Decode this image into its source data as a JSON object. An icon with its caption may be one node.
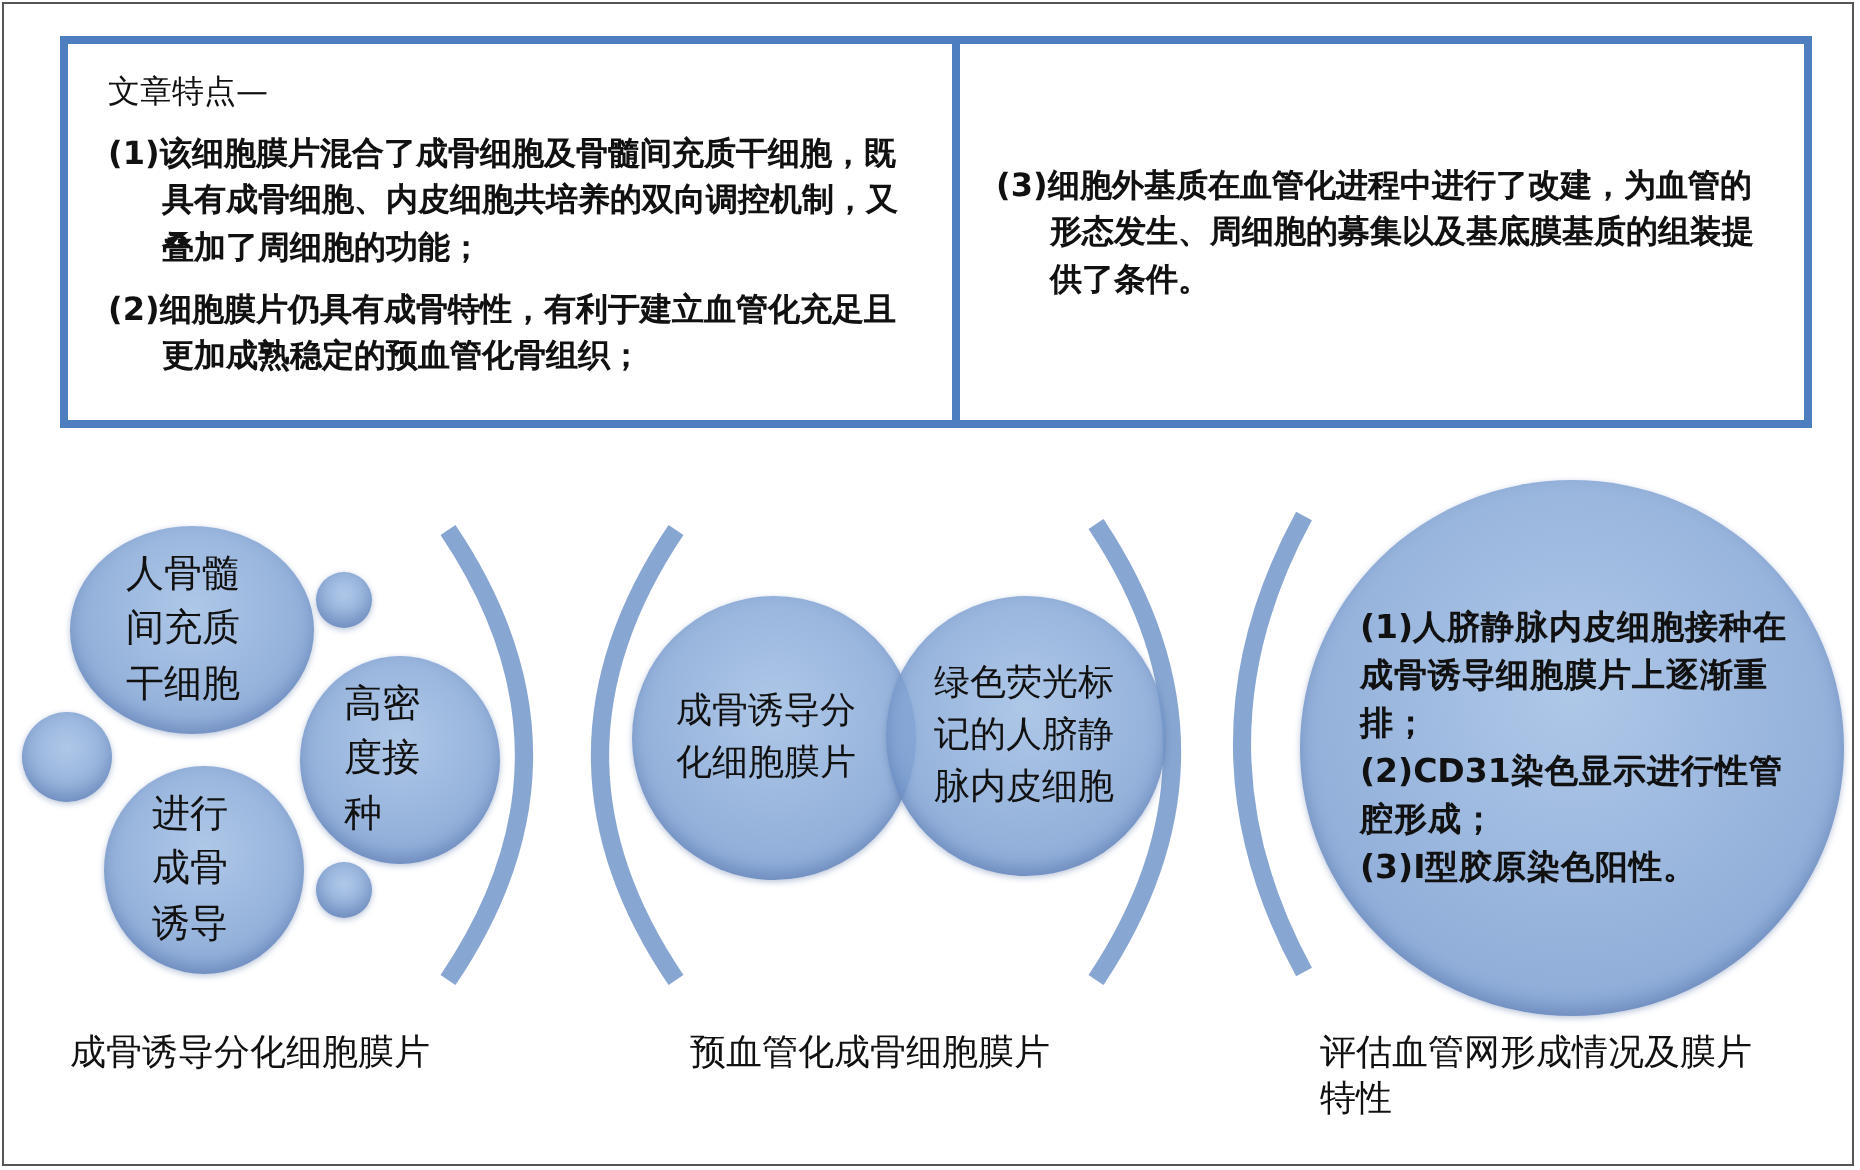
{
  "diagram": {
    "nodes": [
      {
        "text": [
          "文章特点—",
          "(1)该细胞膜片混合了成骨细胞及骨髓间充质干细胞，既具有成骨细胞、内皮细胞共培养的双向调控机制，又叠加了周细胞的功能；",
          "(2)细胞膜片仍具有成骨特性，有利于建立血管化充足且更加成熟稳定的预血管化骨组织；"
        ]
      },
      {
        "text": [
          "(3)细胞外基质在血管化进程中进行了改建，为血管的形态发生、周细胞的募集以及基底膜基质的组装提供了条件。"
        ]
      },
      {
        "text": [
          "人骨髓间充质干细胞"
        ]
      },
      {
        "text": [
          "高密度接种"
        ]
      },
      {
        "text": [
          "进行成骨诱导"
        ]
      },
      {
        "text": [],
        "shape": "circle"
      },
      {
        "text": [],
        "shape": "circle"
      },
      {
        "text": [],
        "shape": "circle"
      },
      {
        "text": [
          "成骨诱导分化细胞膜片"
        ]
      },
      {
        "text": [
          "绿色荧光标记的人脐静脉内皮细胞"
        ]
      },
      {
        "text": [
          "(1)人脐静脉内皮细胞接种在成骨诱导细胞膜片上逐渐重排；",
          "(2)CD31染色显示进行性管腔形成；",
          "(3)Ⅰ型胶原染色阳性。"
        ]
      }
    ],
    "labels": [
      "成骨诱导分化细胞膜片",
      "预血管化成骨细胞膜片",
      "评估血管网形成情况及膜片特性"
    ]
  }
}
